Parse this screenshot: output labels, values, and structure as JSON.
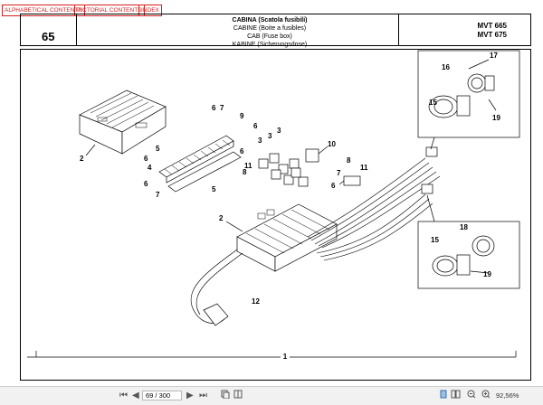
{
  "nav": {
    "alphabetical": "ALPHABETICAL CONTENTS",
    "pictorial": "PICTORIAL CONTENTS",
    "index": "INDEX"
  },
  "header": {
    "page_number": "65",
    "title_it": "CABINA (Scatola fusibili)",
    "title_fr": "CABINE (Boite a fusibles)",
    "title_en": "CAB (Fuse box)",
    "title_de": "KABINE (Sicherungsdose)",
    "model_1": "MVT 665",
    "model_2": "MVT 675"
  },
  "callouts": {
    "c1": "1",
    "c2": "2",
    "c3": "3",
    "c4": "4",
    "c5": "5",
    "c6": "6",
    "c7": "7",
    "c8": "8",
    "c9": "9",
    "c10": "10",
    "c11": "11",
    "c12": "12",
    "c15": "15",
    "c16": "16",
    "c17": "17",
    "c18": "18",
    "c19": "19"
  },
  "toolbar": {
    "first": "⏮",
    "prev": "◀",
    "page_value": "69 / 300",
    "next": "▶",
    "last": "⏭",
    "zoom": "92,56%",
    "icons": [
      "first-page-icon",
      "previous-page-icon",
      "next-page-icon",
      "last-page-icon",
      "page-copy-icon",
      "page-layout-icon",
      "single-page-icon",
      "two-page-icon",
      "zoom-out-icon",
      "zoom-in-icon"
    ]
  },
  "colors": {
    "nav_red": "#d62020",
    "line": "#000000",
    "toolbar_bg": "#f1f1f1"
  }
}
